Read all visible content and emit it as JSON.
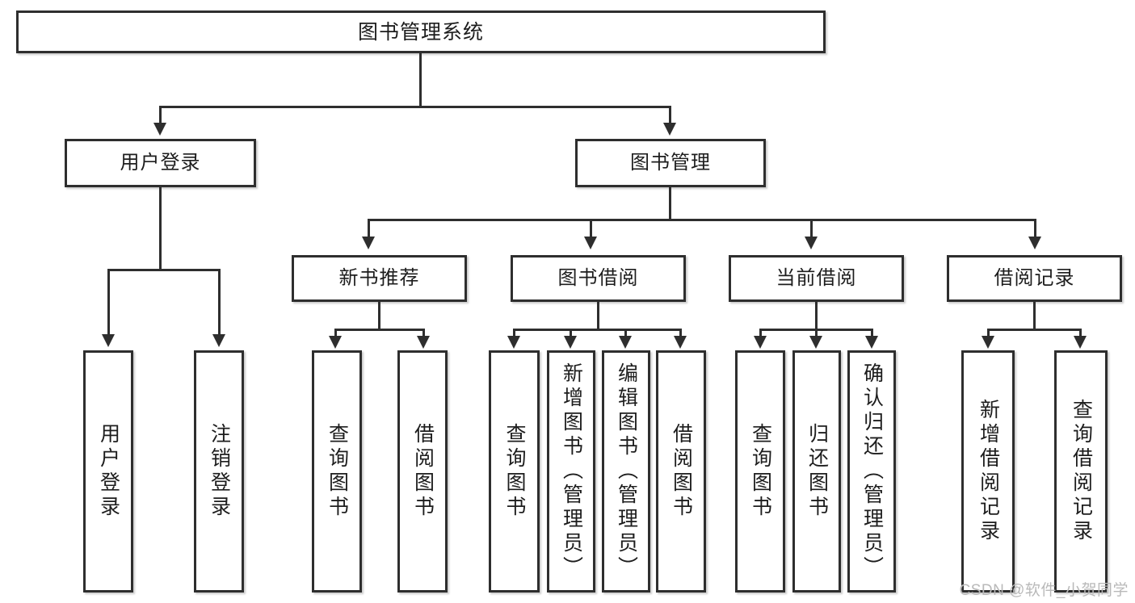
{
  "diagram": {
    "type": "tree",
    "title": "图书管理系统",
    "root": {
      "label": "图书管理系统"
    },
    "level2": [
      {
        "label": "用户登录"
      },
      {
        "label": "图书管理"
      }
    ],
    "level3": [
      {
        "label": "新书推荐"
      },
      {
        "label": "图书借阅"
      },
      {
        "label": "当前借阅"
      },
      {
        "label": "借阅记录"
      }
    ],
    "leaves": {
      "user_login": [
        {
          "label": "用户登录"
        },
        {
          "label": "注销登录"
        }
      ],
      "new_book_recommend": [
        {
          "label": "查询图书"
        },
        {
          "label": "借阅图书"
        }
      ],
      "book_borrow": [
        {
          "label": "查询图书"
        },
        {
          "label": "新增图书（管理员）"
        },
        {
          "label": "编辑图书（管理员）"
        },
        {
          "label": "借阅图书"
        }
      ],
      "current_borrow": [
        {
          "label": "查询图书"
        },
        {
          "label": "归还图书"
        },
        {
          "label": "确认归还（管理员）"
        }
      ],
      "borrow_record": [
        {
          "label": "新增借阅记录"
        },
        {
          "label": "查询借阅记录"
        }
      ]
    }
  },
  "watermark": {
    "text": "CSDN @软件_小贺同学"
  },
  "colors": {
    "border": "#2e2e2e",
    "fill": "#ffffff",
    "text": "#1d1d1d",
    "watermark": "#b9b9b9"
  }
}
